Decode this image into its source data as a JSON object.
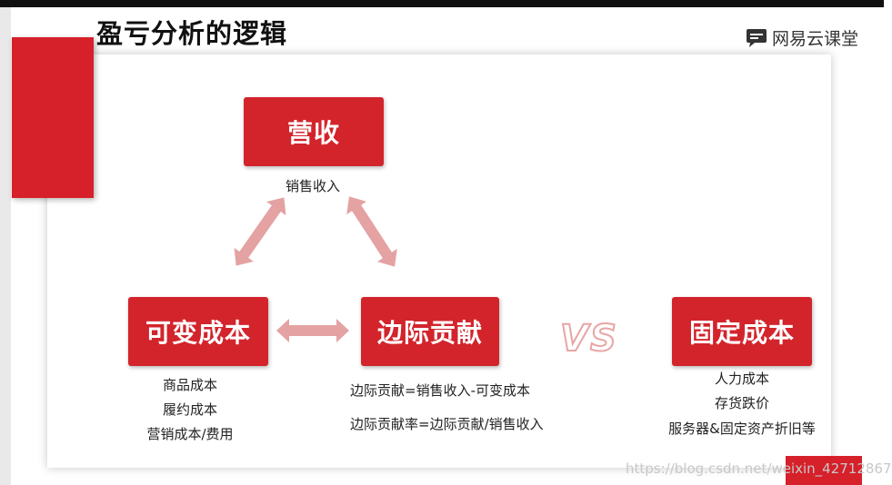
{
  "title": "盈亏分析的逻辑",
  "brand": "网易云课堂",
  "nodes": {
    "revenue": {
      "label": "营收",
      "desc": "销售收入"
    },
    "variable_cost": {
      "label": "可变成本",
      "items": [
        "商品成本",
        "履约成本",
        "营销成本/费用"
      ]
    },
    "contribution": {
      "label": "边际贡献",
      "formulas": [
        "边际贡献=销售收入-可变成本",
        "边际贡献率=边际贡献/销售收入"
      ]
    },
    "fixed_cost": {
      "label": "固定成本",
      "items": [
        "人力成本",
        "存货跌价",
        "服务器&固定资产折旧等"
      ]
    }
  },
  "vs_text": "VS",
  "watermark": "https://blog.csdn.net/weixin_42712867",
  "colors": {
    "accent": "#d3242c",
    "arrow": "#e4a2a2"
  },
  "icons": {
    "brand": "chat-bubble-icon"
  }
}
